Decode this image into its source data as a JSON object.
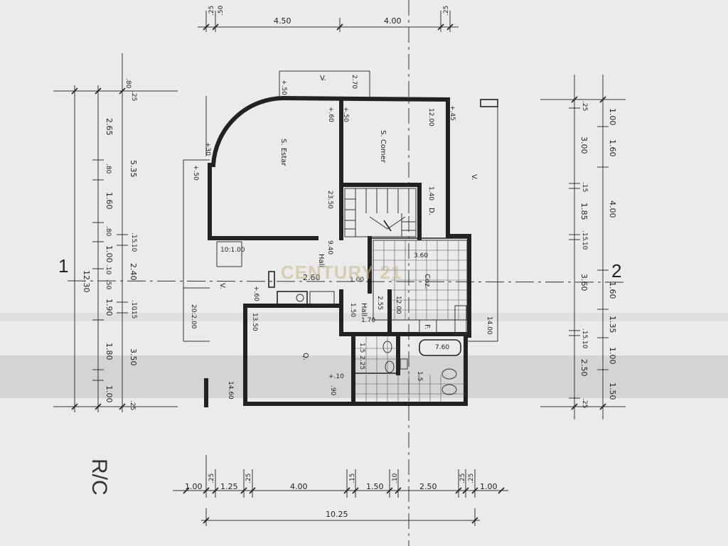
{
  "plan": {
    "title": "R/C",
    "watermark": "CENTURY 21",
    "axis_left": "1",
    "axis_right": "2"
  },
  "rooms": {
    "sala_estar": "S. Estar",
    "sala_comer": "S. Comer",
    "despensa": "D.",
    "cozinha": "Coz.",
    "hall_1": "Hall",
    "hall_2": "Hall",
    "quarto": "Q.",
    "ext_v1": "V.",
    "ext_v2": "V.",
    "ext_v3": "V.",
    "frig": "F."
  },
  "dims_top": {
    "d_25a": ".25",
    "d_50": ".50",
    "d_450": "4.50",
    "d_400": "4.00",
    "d_25b": ".25"
  },
  "dims_bottom": {
    "b_100a": "1.00",
    "b_25a": ".25",
    "b_125": "1.25",
    "b_25b": ".25",
    "b_400": "4.00",
    "b_15": ".15",
    "b_150": "1.50",
    "b_10": ".10",
    "b_250": "2.50",
    "b_25c": ".25",
    "b_25d": ".25",
    "b_100b": "1.00",
    "b_total": "10.25"
  },
  "dims_left_outer": {
    "l_total": "12.30"
  },
  "dims_left_mid": {
    "m_80": ".80",
    "m_265": "2.65",
    "m_80b": ".80",
    "m_160": "1.60",
    "m_80c": ".80",
    "m_100": "1.00",
    "m_190": "1.90",
    "m_180": "1.80",
    "m_100b": "1.00"
  },
  "dims_left_inner": {
    "i_25": ".25",
    "i_535": "5.35",
    "i_15": ".15",
    "i_10": ".10",
    "i_10b": ".10",
    "i_240": "2.40",
    "i_50": ".50",
    "i_10c": ".10",
    "i_15b": ".15",
    "i_350": "3.50",
    "i_25b": ".25"
  },
  "dims_right_inner": {
    "r_25": ".25",
    "r_300": "3.00",
    "r_15": ".15",
    "r_185": "1.85",
    "r_15b": ".15",
    "r_10": ".10",
    "r_360": "3.60",
    "r_15c": ".15",
    "r_10b": ".10",
    "r_250": "2.50",
    "r_25b": ".25"
  },
  "dims_right_outer": {
    "o_100": "1.00",
    "o_160": "1.60",
    "o_400": "4.00",
    "o_160b": "1.60",
    "o_135": "1.35",
    "o_100b": "1.00",
    "o_150": "1.50"
  },
  "interior": {
    "a_50": "+.50",
    "a_270": "2.70",
    "a_60": "+.60",
    "a_50b": "+.50",
    "a_1200": "12.00",
    "a_45": "+.45",
    "a_30": "+30",
    "a_50c": "+.50",
    "a_2350": "23.50",
    "a_140": "1.40",
    "a_940": "9.40",
    "a_10100": "10:1.00",
    "a_260": "2.60",
    "a_100": "1.00",
    "a_360": "3.60",
    "a_60b": "+.60",
    "a_255": "2.55",
    "a_1200b": "12.00",
    "a_150": "1.50",
    "a_170": "1.70",
    "a_1400": "14.00",
    "a_20200": "20:2.00",
    "a_1350": "13.50",
    "a_760": "7.60",
    "a_15": "1.5",
    "a_225": "2.25",
    "a_15b": "1.5",
    "a_10": "+.10",
    "a_90": ".90",
    "a_1460": "14.60"
  }
}
